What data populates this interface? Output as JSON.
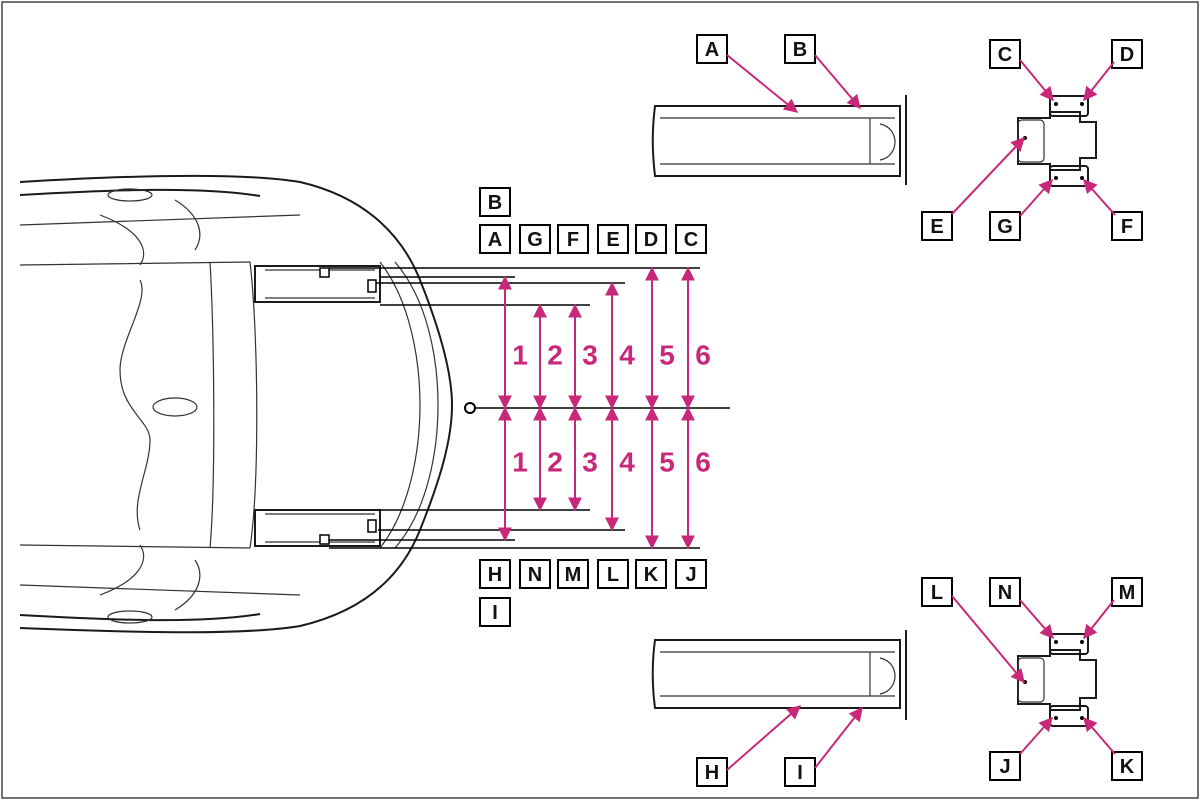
{
  "colors": {
    "accent": "#c8287a",
    "ink": "#111111",
    "frame": "#444444"
  },
  "labels": {
    "top_row": [
      "A",
      "G",
      "F",
      "E",
      "D",
      "C"
    ],
    "top_extra": "B",
    "bottom_row": [
      "H",
      "N",
      "M",
      "L",
      "K",
      "J"
    ],
    "bottom_extra": "I",
    "upper_rail": [
      "A",
      "B"
    ],
    "upper_mount": [
      "C",
      "D",
      "E",
      "G",
      "F"
    ],
    "lower_rail": [
      "H",
      "I"
    ],
    "lower_mount": [
      "L",
      "N",
      "M",
      "J",
      "K"
    ]
  },
  "dimensions": [
    "1",
    "2",
    "3",
    "4",
    "5",
    "6"
  ]
}
